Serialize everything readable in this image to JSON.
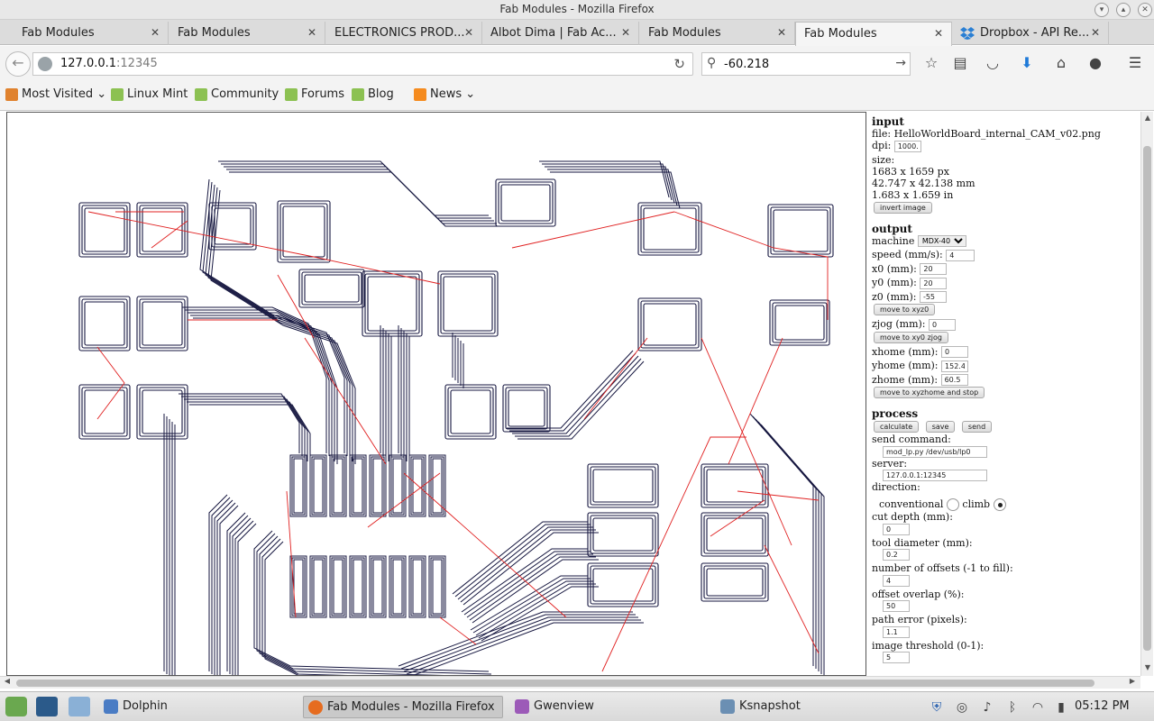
{
  "window": {
    "title": "Fab Modules - Mozilla Firefox"
  },
  "tabs": [
    {
      "label": "Fab Modules",
      "active": false,
      "icon": "page-icon"
    },
    {
      "label": "Fab Modules",
      "active": false,
      "icon": "page-icon"
    },
    {
      "label": "ELECTRONICS PROD...",
      "active": false,
      "icon": "page-icon"
    },
    {
      "label": "Albot Dima | Fab Ac...",
      "active": false,
      "icon": "page-icon"
    },
    {
      "label": "Fab Modules",
      "active": false,
      "icon": "page-icon"
    },
    {
      "label": "Fab Modules",
      "active": true,
      "icon": "page-icon"
    },
    {
      "label": "Dropbox - API Re...",
      "active": false,
      "icon": "dropbox-icon"
    }
  ],
  "navbar": {
    "url_host": "127.0.0.1",
    "url_port": ":12345",
    "search_value": "-60.218"
  },
  "bookmarks": [
    {
      "label": "Most Visited",
      "icon": "most-visited-icon",
      "dropdown": true
    },
    {
      "label": "Linux Mint",
      "icon": "mint-icon"
    },
    {
      "label": "Community",
      "icon": "mint-icon"
    },
    {
      "label": "Forums",
      "icon": "mint-icon"
    },
    {
      "label": "Blog",
      "icon": "mint-icon"
    },
    {
      "label": "News",
      "icon": "rss-icon",
      "dropdown": true
    }
  ],
  "panel": {
    "input": {
      "heading": "input",
      "file_label": "file:",
      "file_value": "HelloWorldBoard_internal_CAM_v02.png",
      "dpi_label": "dpi:",
      "dpi_value": "1000.0",
      "size_label": "size:",
      "size_px": "1683 x 1659 px",
      "size_mm": "42.747 x 42.138 mm",
      "size_in": "1.683 x 1.659 in",
      "invert_button": "invert image"
    },
    "output": {
      "heading": "output",
      "machine_label": "machine",
      "machine_value": "MDX-40",
      "speed_label": "speed (mm/s):",
      "speed_value": "4",
      "x0_label": "x0 (mm):",
      "x0_value": "20",
      "y0_label": "y0 (mm):",
      "y0_value": "20",
      "z0_label": "z0 (mm):",
      "z0_value": "-55",
      "move_xyz0_button": "move to xyz0",
      "zjog_label": "zjog (mm):",
      "zjog_value": "0",
      "move_xy0_zjog_button": "move to xy0 zjog",
      "xhome_label": "xhome (mm):",
      "xhome_value": "0",
      "yhome_label": "yhome (mm):",
      "yhome_value": "152.4",
      "zhome_label": "zhome (mm):",
      "zhome_value": "60.5",
      "move_home_button": "move to xyzhome and stop"
    },
    "process": {
      "heading": "process",
      "calculate_button": "calculate",
      "save_button": "save",
      "send_button": "send",
      "send_command_label": "send command:",
      "send_command_value": "mod_lp.py /dev/usb/lp0",
      "server_label": "server:",
      "server_value": "127.0.0.1:12345",
      "direction_label": "direction:",
      "conventional_label": "conventional",
      "climb_label": "climb",
      "direction_selected": "climb",
      "cut_depth_label": "cut depth (mm):",
      "cut_depth_value": "0",
      "tool_diameter_label": "tool diameter (mm):",
      "tool_diameter_value": "0.2",
      "offsets_label": "number of offsets (-1 to fill):",
      "offsets_value": "4",
      "overlap_label": "offset overlap (%):",
      "overlap_value": "50",
      "path_error_label": "path error (pixels):",
      "path_error_value": "1.1",
      "threshold_label": "image threshold (0-1):",
      "threshold_value": "5"
    }
  },
  "taskbar": {
    "tasks": [
      {
        "label": "Dolphin",
        "active": false,
        "icon": "dolphin-icon"
      },
      {
        "label": "Fab Modules - Mozilla Firefox",
        "active": true,
        "icon": "firefox-icon"
      },
      {
        "label": "Gwenview",
        "active": false,
        "icon": "gwenview-icon"
      },
      {
        "label": "Ksnapshot",
        "active": false,
        "icon": "ksnapshot-icon"
      }
    ],
    "clock": "05:12 PM"
  },
  "colors": {
    "toolpath": "#15163f",
    "travel_move": "#e02020"
  }
}
